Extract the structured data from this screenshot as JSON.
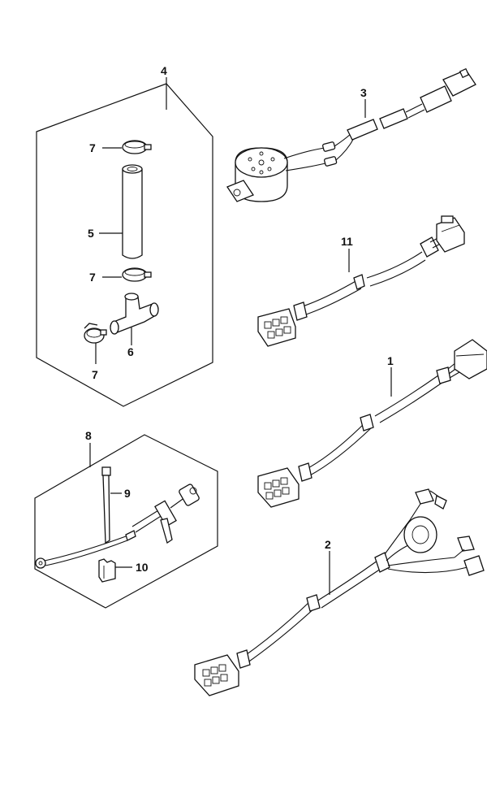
{
  "callouts": {
    "c1": "1",
    "c2": "2",
    "c3": "3",
    "c4": "4",
    "c5": "5",
    "c6": "6",
    "c7a": "7",
    "c7b": "7",
    "c7c": "7",
    "c8": "8",
    "c9": "9",
    "c10": "10",
    "c11": "11"
  }
}
